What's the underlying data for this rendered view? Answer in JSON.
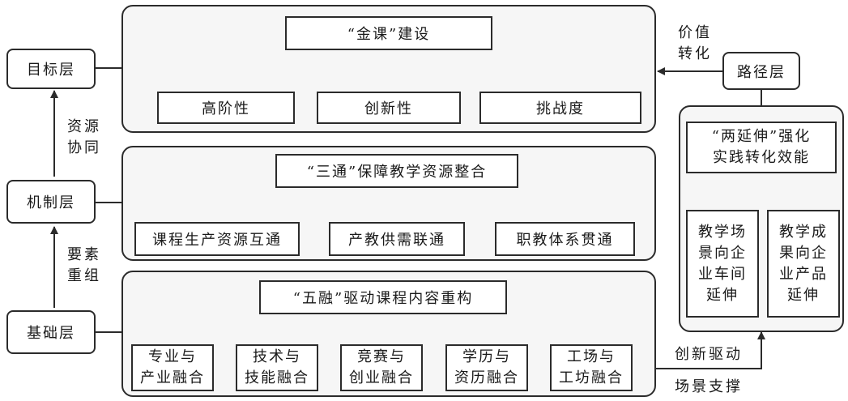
{
  "left": {
    "goal": "目标层",
    "mechanism": "机制层",
    "foundation": "基础层",
    "arrow_top": [
      "资源",
      "协同"
    ],
    "arrow_bottom": [
      "要素",
      "重组"
    ]
  },
  "top_panel": {
    "title": "“金课”建设",
    "items": [
      "高阶性",
      "创新性",
      "挑战度"
    ]
  },
  "mid_panel": {
    "title": "“三通”保障教学资源整合",
    "items": [
      "课程生产资源互通",
      "产教供需联通",
      "职教体系贯通"
    ]
  },
  "bottom_panel": {
    "title": "“五融”驱动课程内容重构",
    "items": [
      [
        "专业与",
        "产业融合"
      ],
      [
        "技术与",
        "技能融合"
      ],
      [
        "竞赛与",
        "创业融合"
      ],
      [
        "学历与",
        "资历融合"
      ],
      [
        "工场与",
        "工坊融合"
      ]
    ]
  },
  "right": {
    "path": "路径层",
    "value_label": [
      "价值",
      "转化"
    ],
    "title": [
      "“两延伸”强化",
      "实践转化效能"
    ],
    "items": [
      [
        "教学场",
        "景向企",
        "业车间",
        "延伸"
      ],
      [
        "教学成",
        "果向企",
        "业产品",
        "延伸"
      ]
    ],
    "drive_label": "创新驱动",
    "support_label": "场景支撑"
  }
}
